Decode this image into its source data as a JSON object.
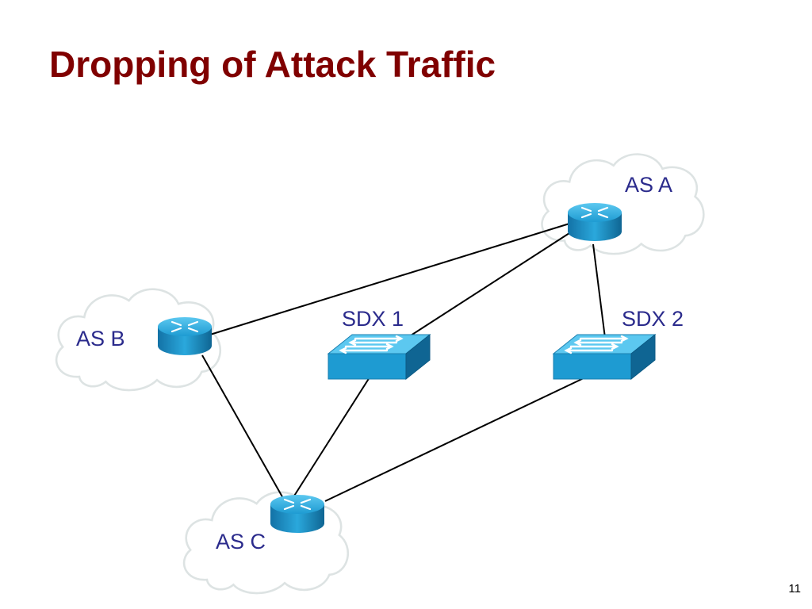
{
  "title": "Dropping of Attack Traffic",
  "slide_number": "11",
  "nodes": {
    "as_a": "AS A",
    "as_b": "AS B",
    "as_c": "AS C",
    "sdx_1": "SDX 1",
    "sdx_2": "SDX 2"
  },
  "icons": {
    "router": "router-icon",
    "switch": "switch-icon",
    "cloud": "cloud-icon"
  },
  "colors": {
    "title": "#800000",
    "label": "#2b2b8c",
    "device_fill": "#1a9fd4",
    "link": "#000000"
  }
}
